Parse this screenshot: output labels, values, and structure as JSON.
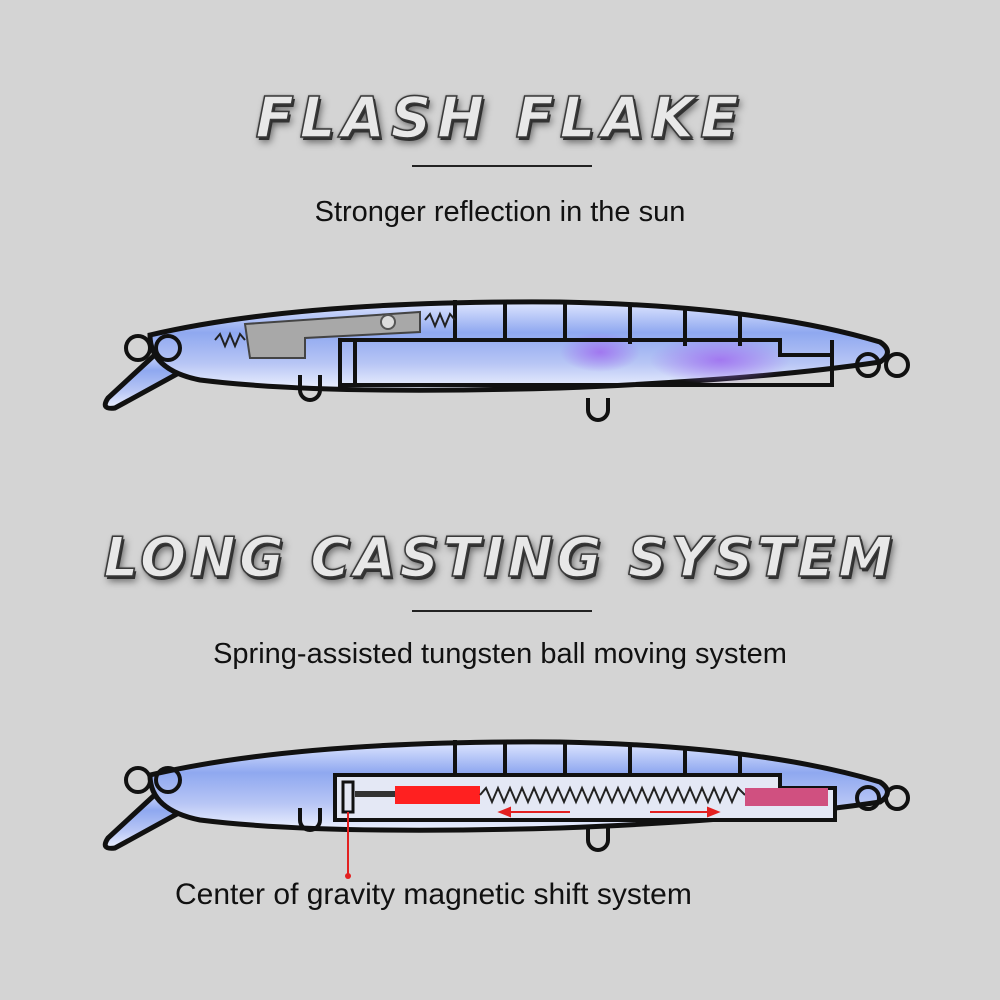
{
  "section1": {
    "title": "FLASH FLAKE",
    "subtitle": "Stronger reflection in the sun",
    "illustration": "lure-cutaway-flash-flake"
  },
  "section2": {
    "title": "LONG CASTING SYSTEM",
    "subtitle": "Spring-assisted tungsten ball moving system",
    "illustration": "lure-cutaway-casting-system",
    "callout": "Center of gravity magnetic shift system"
  },
  "colors": {
    "background": "#d4d4d4",
    "lure_body": "#9db4f0",
    "callout_red": "#e32020",
    "tungsten_weight": "#ff2020",
    "magnet_weight": "#d05080"
  }
}
